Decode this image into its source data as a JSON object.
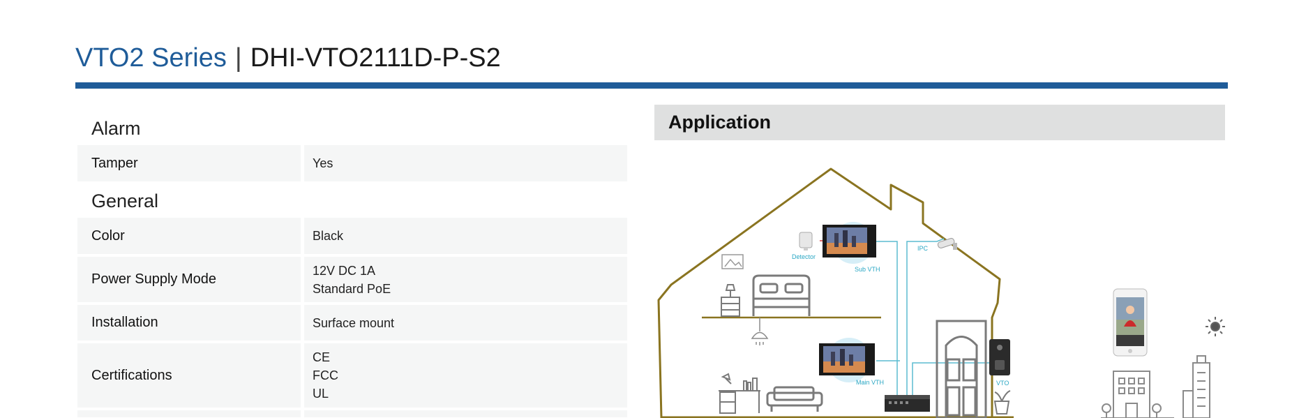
{
  "header": {
    "series": "VTO2 Series",
    "separator": "|",
    "model": "DHI-VTO2111D-P-S2"
  },
  "spec": {
    "sections": [
      {
        "title": "Alarm",
        "rows": [
          {
            "key": "Tamper",
            "values": [
              "Yes"
            ]
          }
        ]
      },
      {
        "title": "General",
        "rows": [
          {
            "key": "Color",
            "values": [
              "Black"
            ]
          },
          {
            "key": "Power Supply Mode",
            "values": [
              "12V DC 1A",
              "Standard PoE"
            ]
          },
          {
            "key": "Installation",
            "values": [
              "Surface mount"
            ]
          },
          {
            "key": "Certifications",
            "values": [
              "CE",
              "FCC",
              "UL"
            ]
          }
        ]
      }
    ]
  },
  "application": {
    "title": "Application",
    "labels": {
      "detector": "Detector",
      "sub_vth": "Sub VTH",
      "ipc": "IPC",
      "main_vth": "Main VTH",
      "vto": "VTO"
    },
    "colors": {
      "house_outline": "#8a7420",
      "network_line": "#5bbcd0",
      "label_text": "#2aa7c4",
      "furniture": "#7a7a7a",
      "alarm_line": "#d93b3b"
    }
  }
}
